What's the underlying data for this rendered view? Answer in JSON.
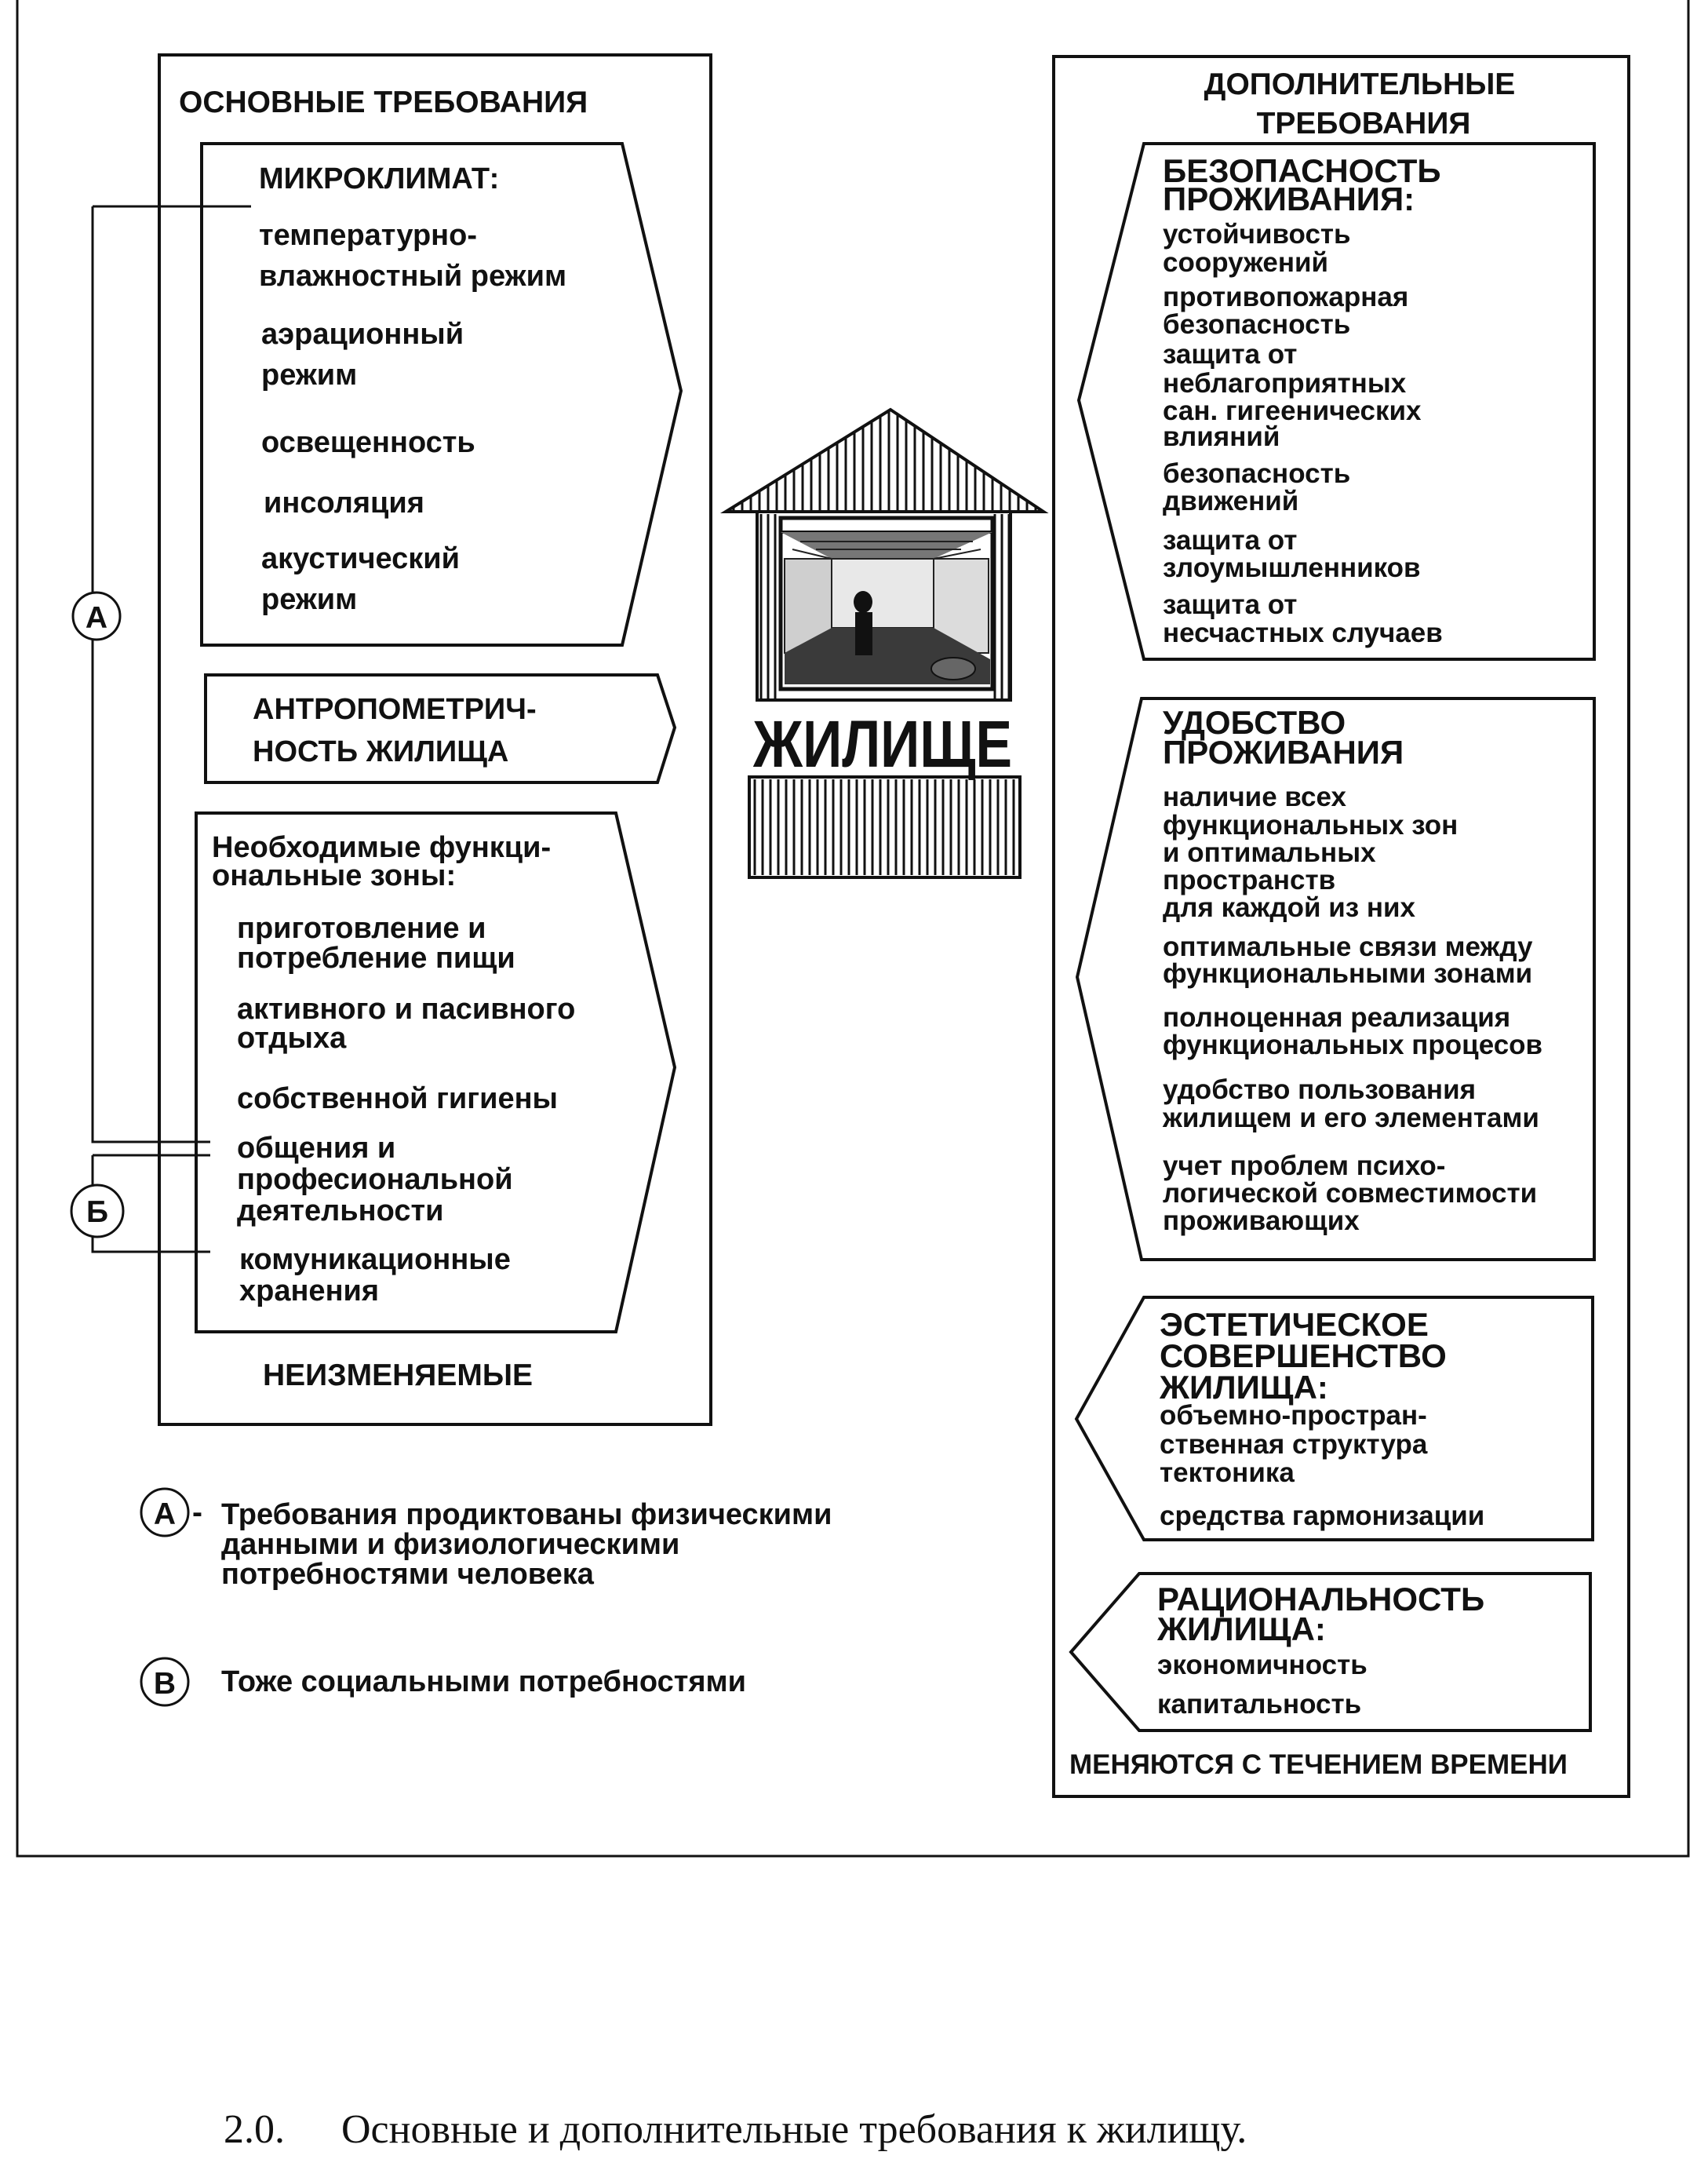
{
  "left": {
    "title": "ОСНОВНЫЕ ТРЕБОВАНИЯ",
    "micro": {
      "title": "МИКРОКЛИМАТ:",
      "items": [
        "температурно-",
        "влажностный режим",
        "аэрационный",
        "режим",
        "освещенность",
        "инсоляция",
        "акустический",
        "режим"
      ]
    },
    "anthro": {
      "lines": [
        "АНТРОПОМЕТРИЧ-",
        "НОСТЬ ЖИЛИЩА"
      ]
    },
    "zones": {
      "title": [
        "Необходимые функци-",
        "ональные зоны:"
      ],
      "items": [
        "приготовление и",
        "потребление пищи",
        "активного и пасивного",
        "отдыха",
        "собственной гигиены",
        "общения и",
        "професиональной",
        "деятельности",
        "комуникационные",
        "хранения"
      ]
    },
    "footer": "НЕИЗМЕНЯЕМЫЕ"
  },
  "markers": {
    "a": "А",
    "b": "Б"
  },
  "center": {
    "title": "ЖИЛИЩЕ"
  },
  "right": {
    "title": [
      "ДОПОЛНИТЕЛЬНЫЕ",
      "ТРЕБОВАНИЯ"
    ],
    "safety": {
      "title": [
        "БЕЗОПАСНОСТЬ",
        "ПРОЖИВАНИЯ:"
      ],
      "items": [
        "устойчивость",
        "сооружений",
        "противопожарная",
        "безопасность",
        "защита от",
        "неблагоприятных",
        "сан. гигеенических",
        "влияний",
        "безопасность",
        "движений",
        "защита от",
        "злоумышленников",
        "защита от",
        "несчастных случаев"
      ]
    },
    "comfort": {
      "title": [
        "УДОБСТВО",
        "ПРОЖИВАНИЯ"
      ],
      "items": [
        "наличие всех",
        "функциональных зон",
        "и оптимальных",
        "пространств",
        "для каждой из них",
        "оптимальные связи между",
        "функциональными зонами",
        "полноценная реализация",
        "функциональных процесов",
        "удобство пользования",
        "жилищем и его элементами",
        "учет проблем психо-",
        "логической совместимости",
        "проживающих"
      ]
    },
    "aesthetic": {
      "title": [
        "ЭСТЕТИЧЕСКОЕ",
        "СОВЕРШЕНСТВО",
        "ЖИЛИЩА:"
      ],
      "items": [
        "объемно-простран-",
        "ственная структура",
        "тектоника",
        "средства гармонизации"
      ]
    },
    "rational": {
      "title": [
        "РАЦИОНАЛЬНОСТЬ",
        "ЖИЛИЩА:"
      ],
      "items": [
        "экономичность",
        "капитальность"
      ]
    },
    "footer": "МЕНЯЮТСЯ С ТЕЧЕНИЕМ ВРЕМЕНИ"
  },
  "legend": {
    "a_mark": "А",
    "a_dash": "-",
    "a_lines": [
      "Требования продиктованы физическими",
      "данными и физиологическими",
      "потребностями человека"
    ],
    "b_mark": "В",
    "b_text": "Тоже социальными потребностями"
  },
  "caption": {
    "num": "2.0.",
    "text": "Основные и дополнительные требования к жилищу."
  }
}
